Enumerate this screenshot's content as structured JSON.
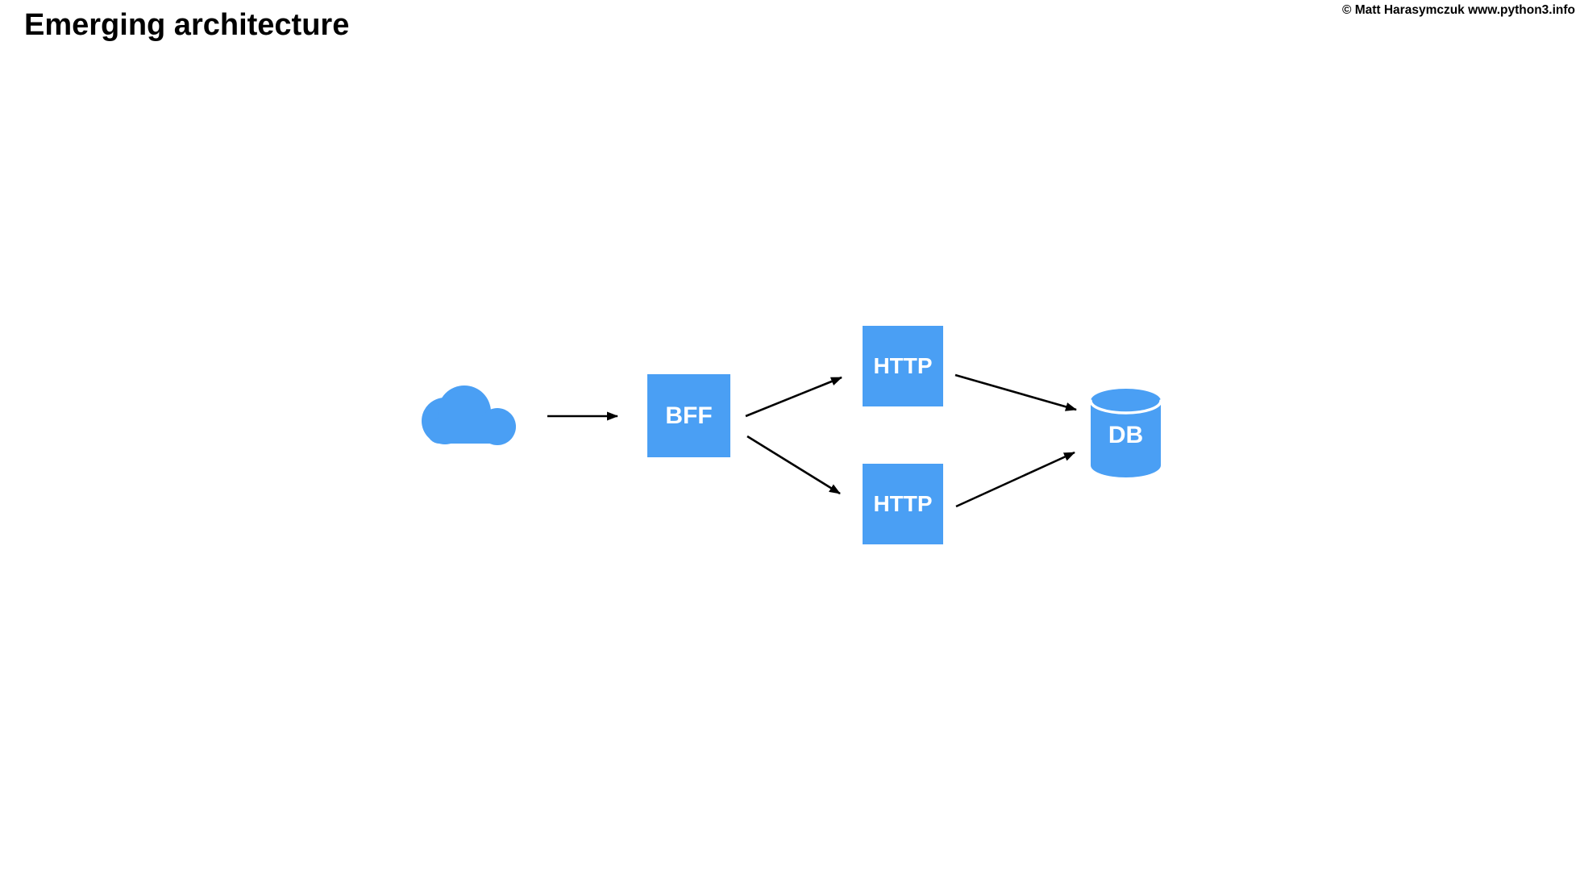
{
  "page": {
    "title": "Emerging architecture",
    "copyright": "© Matt Harasymczuk www.python3.info"
  },
  "colors": {
    "background": "#ffffff",
    "title_text": "#000000",
    "node_fill": "#4a9ff4",
    "node_text": "#ffffff",
    "arrow": "#000000"
  },
  "diagram": {
    "nodes": [
      {
        "id": "cloud",
        "type": "cloud-icon",
        "label": ""
      },
      {
        "id": "bff",
        "type": "box",
        "label": "BFF"
      },
      {
        "id": "http-top",
        "type": "box",
        "label": "HTTP"
      },
      {
        "id": "http-bottom",
        "type": "box",
        "label": "HTTP"
      },
      {
        "id": "db",
        "type": "cylinder-icon",
        "label": "DB"
      }
    ],
    "edges": [
      {
        "from": "cloud",
        "to": "bff"
      },
      {
        "from": "bff",
        "to": "http-top"
      },
      {
        "from": "bff",
        "to": "http-bottom"
      },
      {
        "from": "http-top",
        "to": "db"
      },
      {
        "from": "http-bottom",
        "to": "db"
      }
    ]
  }
}
